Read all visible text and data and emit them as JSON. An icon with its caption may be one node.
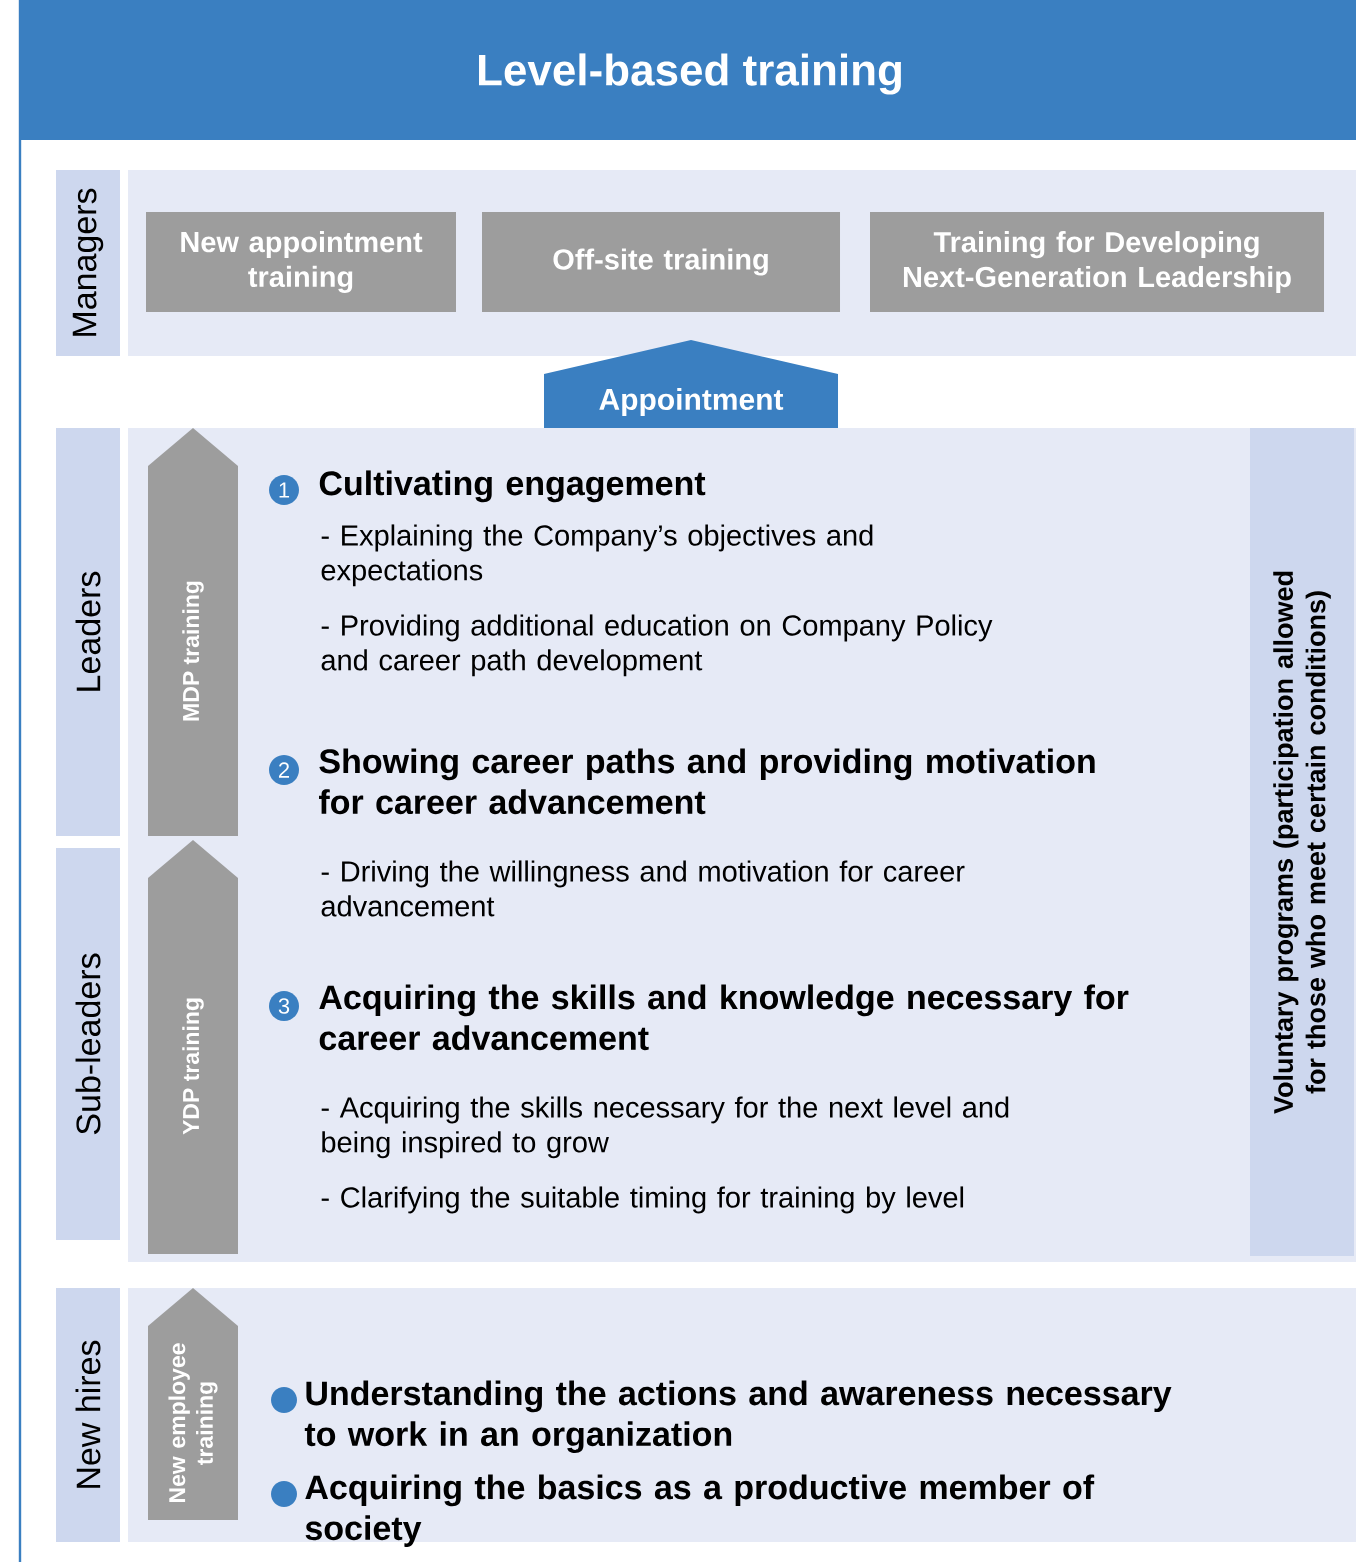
{
  "diagram": {
    "title": "Level-based training",
    "nodes": [
      {
        "text": [
          "Managers"
        ]
      },
      {
        "text": [
          "New appointment training"
        ]
      },
      {
        "text": [
          "Off-site training"
        ]
      },
      {
        "text": [
          "Training for Developing Next-Generation Leadership"
        ]
      },
      {
        "text": [
          "Appointment"
        ]
      },
      {
        "text": [
          "Leaders"
        ]
      },
      {
        "text": [
          "MDP training"
        ]
      },
      {
        "text": [
          "Sub-leaders"
        ]
      },
      {
        "text": [
          "YDP training"
        ]
      },
      {
        "text": [
          "New hires"
        ]
      },
      {
        "text": [
          "New employee training"
        ]
      },
      {
        "text": [
          "Voluntary programs (participation allowed for those who meet certain conditions)"
        ]
      }
    ],
    "labels": [
      "1",
      "Cultivating engagement",
      "- Explaining the Company’s objectives and expectations",
      "- Providing additional education on Company Policy and career path development",
      "2",
      "Showing career paths and providing motivation for career advancement",
      "- Driving the willingness and motivation for career advancement",
      "3",
      "Acquiring the skills and knowledge necessary for career advancement",
      "- Acquiring the skills necessary for the next level and being inspired to grow",
      "- Clarifying the suitable timing for training by level",
      "Understanding the actions and awareness necessary to work in an organization",
      "Acquiring the basics as a productive member of society"
    ]
  }
}
